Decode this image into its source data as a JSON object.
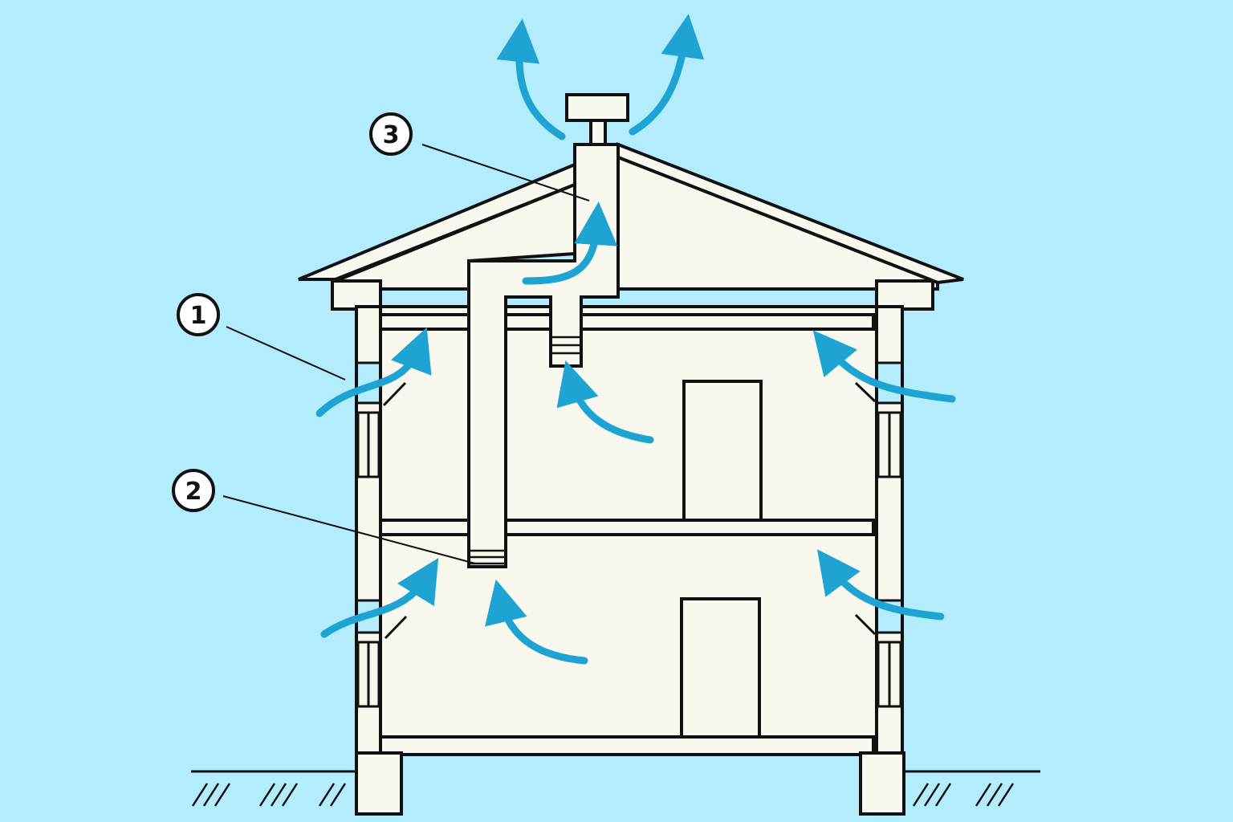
{
  "colors": {
    "background": "#b3ecfd",
    "house_fill": "#f8f8ee",
    "outline": "#111111",
    "airflow_arrow": "#1ea3d2"
  },
  "callouts": [
    {
      "number": "1",
      "points_to": "wall-vent"
    },
    {
      "number": "2",
      "points_to": "duct-intake"
    },
    {
      "number": "3",
      "points_to": "exhaust-stack"
    }
  ],
  "icons": {
    "arrow": "airflow-arrow",
    "ground": "ground-hatch"
  }
}
